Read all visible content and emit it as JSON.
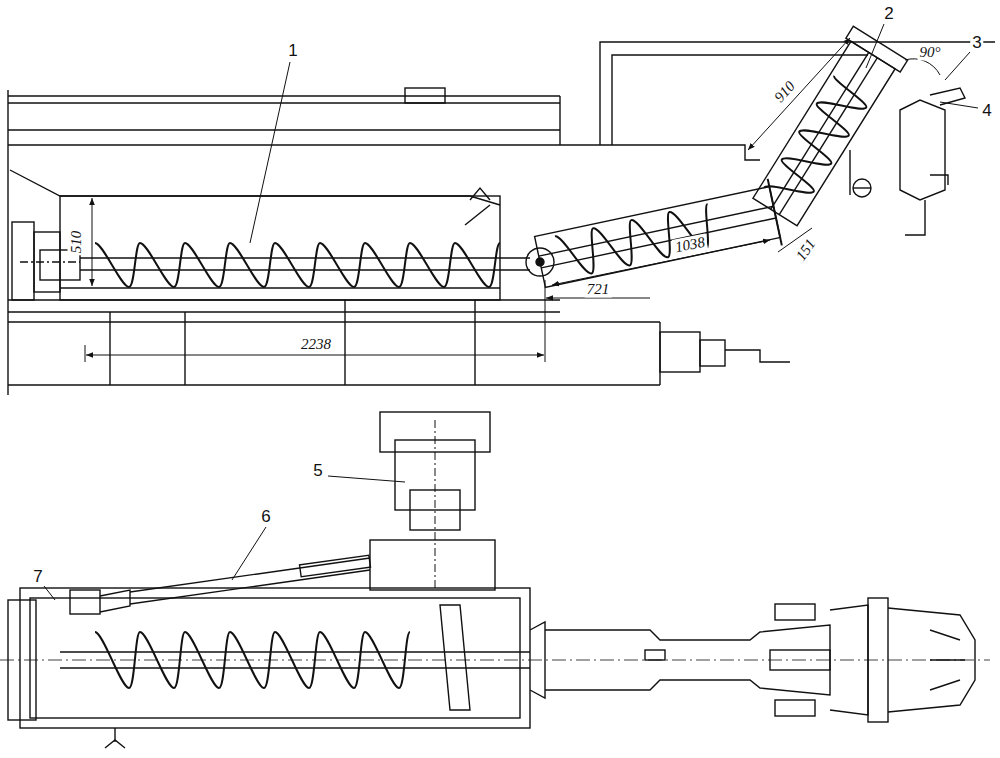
{
  "diagram": {
    "labels": [
      "1",
      "2",
      "3",
      "4",
      "510",
      "910",
      "90°",
      "151",
      "1038",
      "721",
      "2238",
      "5",
      "6",
      "7"
    ]
  }
}
